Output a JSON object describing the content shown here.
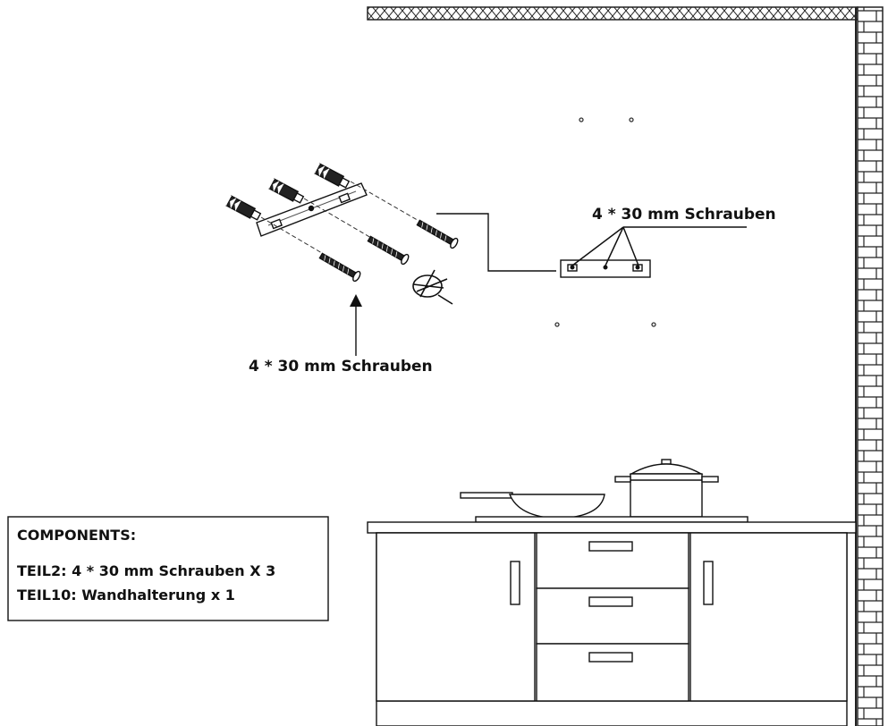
{
  "labels": {
    "callout_right": "4 * 30 mm Schrauben",
    "callout_left": "4 * 30 mm Schrauben"
  },
  "components": {
    "title": "COMPONENTS:",
    "items": [
      "TEIL2:  4 * 30 mm Schrauben X 3",
      "TEIL10:  Wandhalterung x 1"
    ]
  },
  "colors": {
    "ink": "#111111",
    "background": "#ffffff"
  }
}
